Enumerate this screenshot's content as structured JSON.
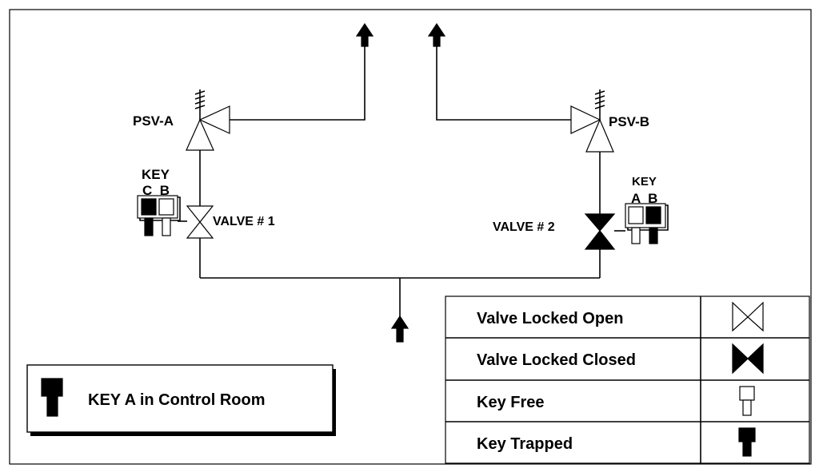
{
  "labels": {
    "psv_a": "PSV-A",
    "psv_b": "PSV-B",
    "valve_1": "VALVE # 1",
    "valve_2": "VALVE # 2",
    "key_left_title": "KEY",
    "key_left_letters": "C  B",
    "key_right_title": "KEY",
    "key_right_letters": "A  B"
  },
  "note_box": {
    "text": "KEY A in Control Room"
  },
  "legend": {
    "rows": [
      {
        "label": "Valve Locked Open",
        "symbol": "valve-open-icon"
      },
      {
        "label": "Valve Locked Closed",
        "symbol": "valve-closed-icon"
      },
      {
        "label": "Key Free",
        "symbol": "key-free-icon"
      },
      {
        "label": "Key Trapped",
        "symbol": "key-trapped-icon"
      }
    ]
  }
}
